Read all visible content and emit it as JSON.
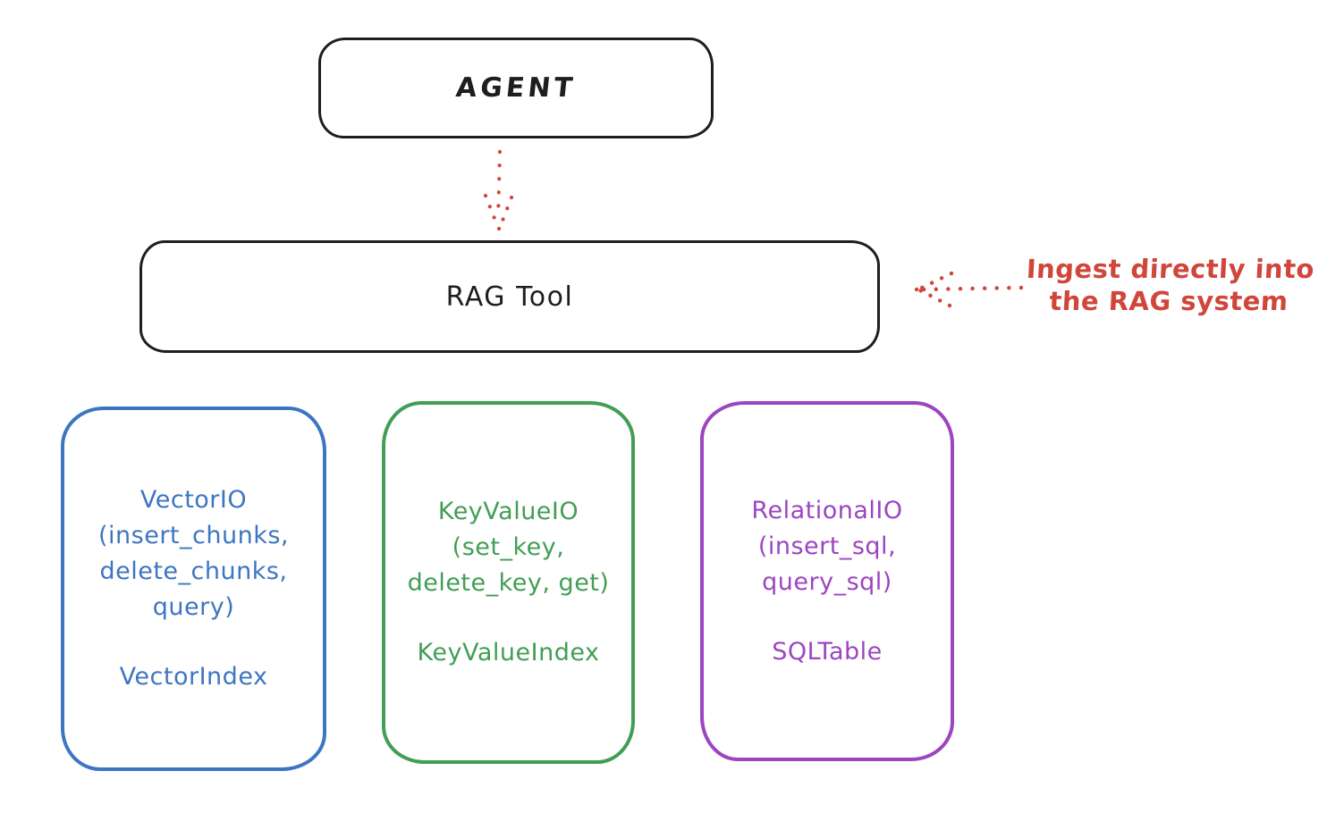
{
  "agent": {
    "label": "AGENT"
  },
  "rag_tool": {
    "label": "RAG Tool"
  },
  "annotation": {
    "text": "Ingest directly into\nthe RAG system"
  },
  "backends": [
    {
      "name": "VectorIO",
      "methods": "VectorIO\n(insert_chunks,\ndelete_chunks,\nquery)",
      "index": "VectorIndex",
      "color": "#3c76c2"
    },
    {
      "name": "KeyValueIO",
      "methods": "KeyValueIO\n(set_key,\ndelete_key, get)",
      "index": "KeyValueIndex",
      "color": "#419e54"
    },
    {
      "name": "RelationalIO",
      "methods": "RelationalIO\n(insert_sql,\nquery_sql)",
      "index": "SQLTable",
      "color": "#9c45c1"
    }
  ],
  "colors": {
    "stroke": "#1e1e1e",
    "accent_red": "#d0463b",
    "background": "#ffffff"
  }
}
